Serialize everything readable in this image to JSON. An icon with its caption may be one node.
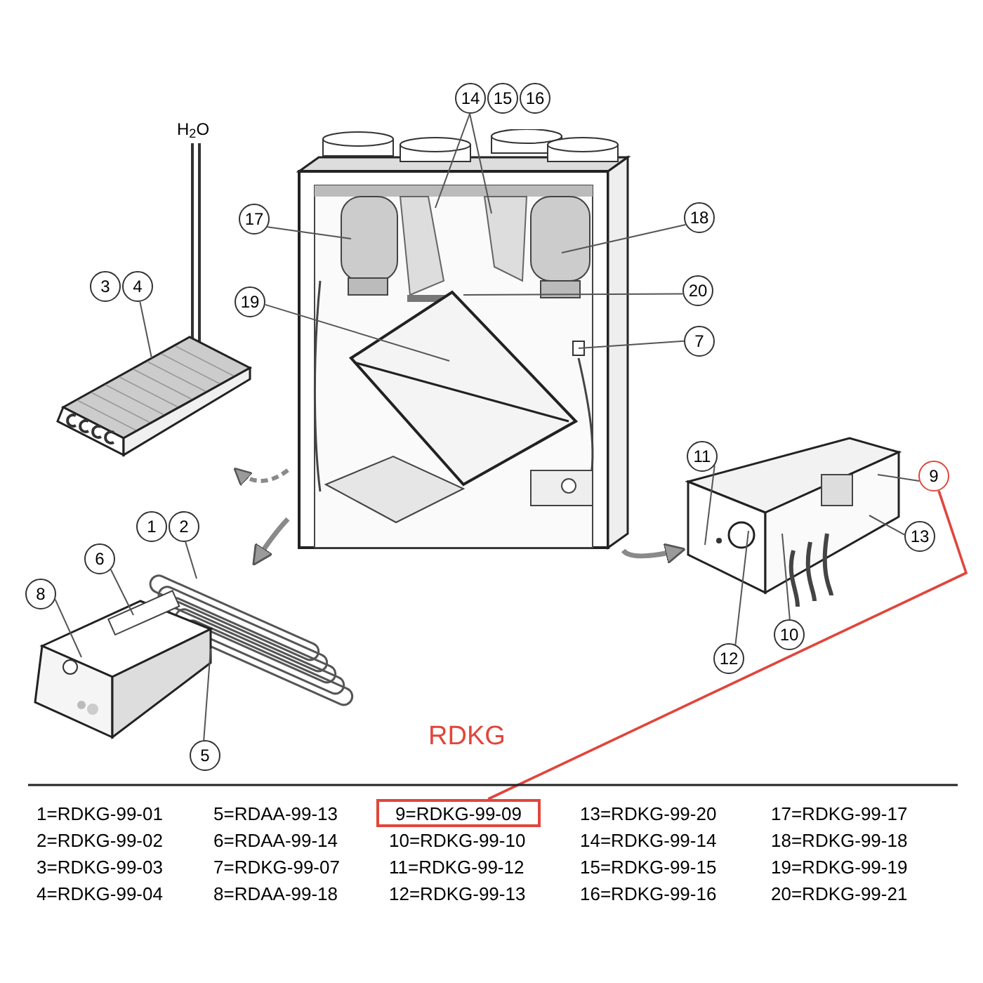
{
  "diagram": {
    "title": "RDKG",
    "nodes": [
      {
        "text": [],
        "shape": "picture"
      },
      {
        "text": [],
        "shape": "picture"
      },
      {
        "text": [],
        "shape": "picture"
      },
      {
        "text": [],
        "shape": "picture"
      },
      {
        "text": [
          "1"
        ]
      },
      {
        "text": [
          "2"
        ]
      },
      {
        "text": [
          "3"
        ]
      },
      {
        "text": [
          "4"
        ]
      },
      {
        "text": [
          "5"
        ]
      },
      {
        "text": [
          "6"
        ]
      },
      {
        "text": [
          "7"
        ]
      },
      {
        "text": [
          "8"
        ]
      },
      {
        "text": [
          "9"
        ]
      },
      {
        "text": [
          "10"
        ]
      },
      {
        "text": [
          "11"
        ]
      },
      {
        "text": [
          "12"
        ]
      },
      {
        "text": [
          "13"
        ]
      },
      {
        "text": [
          "14"
        ]
      },
      {
        "text": [
          "15"
        ]
      },
      {
        "text": [
          "16"
        ]
      },
      {
        "text": [
          "17"
        ]
      },
      {
        "text": [
          "18"
        ]
      },
      {
        "text": [
          "19"
        ]
      },
      {
        "text": [
          "20"
        ]
      },
      {
        "text": [
          "9=RDKG-99-09"
        ]
      }
    ],
    "edges": [
      {
        "from": 0,
        "to": 1,
        "arrow": "to",
        "style": "dashed",
        "color": "#8a8a8a"
      },
      {
        "from": 0,
        "to": 2,
        "arrow": "to",
        "style": "thick",
        "color": "#8a8a8a"
      },
      {
        "from": 0,
        "to": 3,
        "arrow": "to",
        "style": "thick",
        "color": "#8a8a8a"
      },
      {
        "from": 5,
        "to": 2,
        "arrow": "none"
      },
      {
        "from": 7,
        "to": 1,
        "arrow": "none"
      },
      {
        "from": 8,
        "to": 2,
        "arrow": "none"
      },
      {
        "from": 9,
        "to": 2,
        "arrow": "none"
      },
      {
        "from": 10,
        "to": 0,
        "arrow": "none"
      },
      {
        "from": 11,
        "to": 2,
        "arrow": "none"
      },
      {
        "from": 12,
        "to": 3,
        "arrow": "none"
      },
      {
        "from": 13,
        "to": 3,
        "arrow": "none"
      },
      {
        "from": 14,
        "to": 3,
        "arrow": "none"
      },
      {
        "from": 15,
        "to": 3,
        "arrow": "none"
      },
      {
        "from": 16,
        "to": 3,
        "arrow": "none"
      },
      {
        "from": 17,
        "to": 0,
        "arrow": "none"
      },
      {
        "from": 17,
        "to": 0,
        "arrow": "none"
      },
      {
        "from": 20,
        "to": 0,
        "arrow": "none"
      },
      {
        "from": 21,
        "to": 0,
        "arrow": "none"
      },
      {
        "from": 22,
        "to": 0,
        "arrow": "none"
      },
      {
        "from": 23,
        "to": 0,
        "arrow": "none"
      },
      {
        "from": 12,
        "to": 24,
        "arrow": "none",
        "color": "#e0463c"
      }
    ],
    "labels": [
      "H$_{2}$O",
      "1=RDKG-99-01",
      "5=RDAA-99-13",
      "13=RDKG-99-20",
      "17=RDKG-99-17",
      "2=RDKG-99-02",
      "6=RDAA-99-14",
      "10=RDKG-99-10",
      "14=RDKG-99-14",
      "18=RDKG-99-18",
      "3=RDKG-99-03",
      "7=RDKG-99-07",
      "11=RDKG-99-12",
      "15=RDKG-99-15",
      "19=RDKG-99-19",
      "4=RDKG-99-04",
      "8=RDAA-99-18",
      "12=RDKG-99-13",
      "16=RDKG-99-16",
      "20=RDKG-99-21"
    ]
  }
}
